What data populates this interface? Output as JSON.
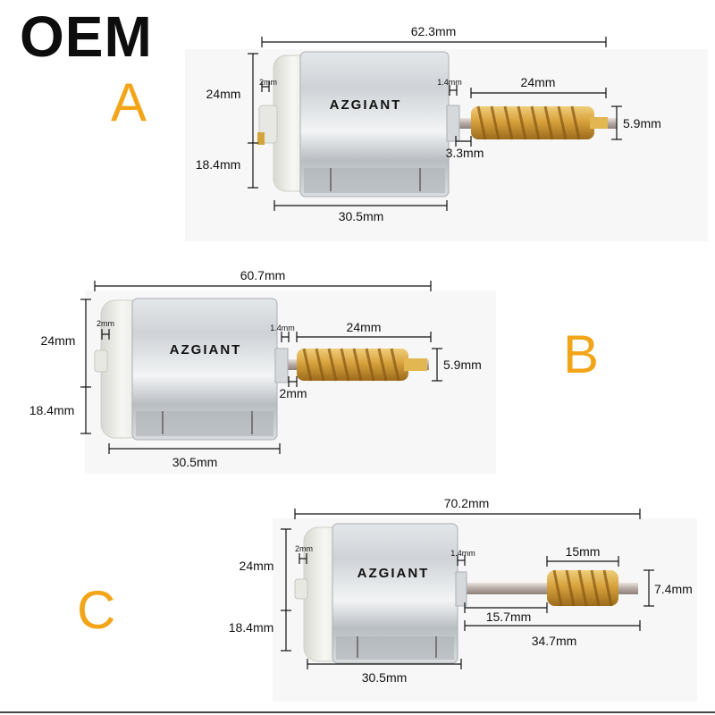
{
  "brand_label": "OEM",
  "colors": {
    "variant_letter": "#f2a518",
    "gear": "#d9a441",
    "can": "#c8ccd1",
    "cap": "#efefea"
  },
  "motors": {
    "A": {
      "letter": "A",
      "engraving": "AZGIANT",
      "overall": "62.3mm",
      "upper_height": "24mm",
      "lower_height": "18.4mm",
      "body_width": "30.5mm",
      "cap_gap": "2mm",
      "shaft_gap": "1.4mm",
      "gear_length": "24mm",
      "gear_diameter": "5.9mm",
      "shaft_offset": "3.3mm"
    },
    "B": {
      "letter": "B",
      "engraving": "AZGIANT",
      "overall": "60.7mm",
      "upper_height": "24mm",
      "lower_height": "18.4mm",
      "body_width": "30.5mm",
      "cap_gap": "2mm",
      "shaft_gap": "1.4mm",
      "gear_length": "24mm",
      "gear_diameter": "5.9mm",
      "shaft_offset": "2mm"
    },
    "C": {
      "letter": "C",
      "engraving": "AZGIANT",
      "overall": "70.2mm",
      "upper_height": "24mm",
      "lower_height": "18.4mm",
      "body_width": "30.5mm",
      "cap_gap": "2mm",
      "shaft_gap": "1.4mm",
      "gear_length": "15mm",
      "gear_diameter": "7.4mm",
      "shaft_to_gear": "15.7mm",
      "shaft_length": "34.7mm"
    }
  }
}
